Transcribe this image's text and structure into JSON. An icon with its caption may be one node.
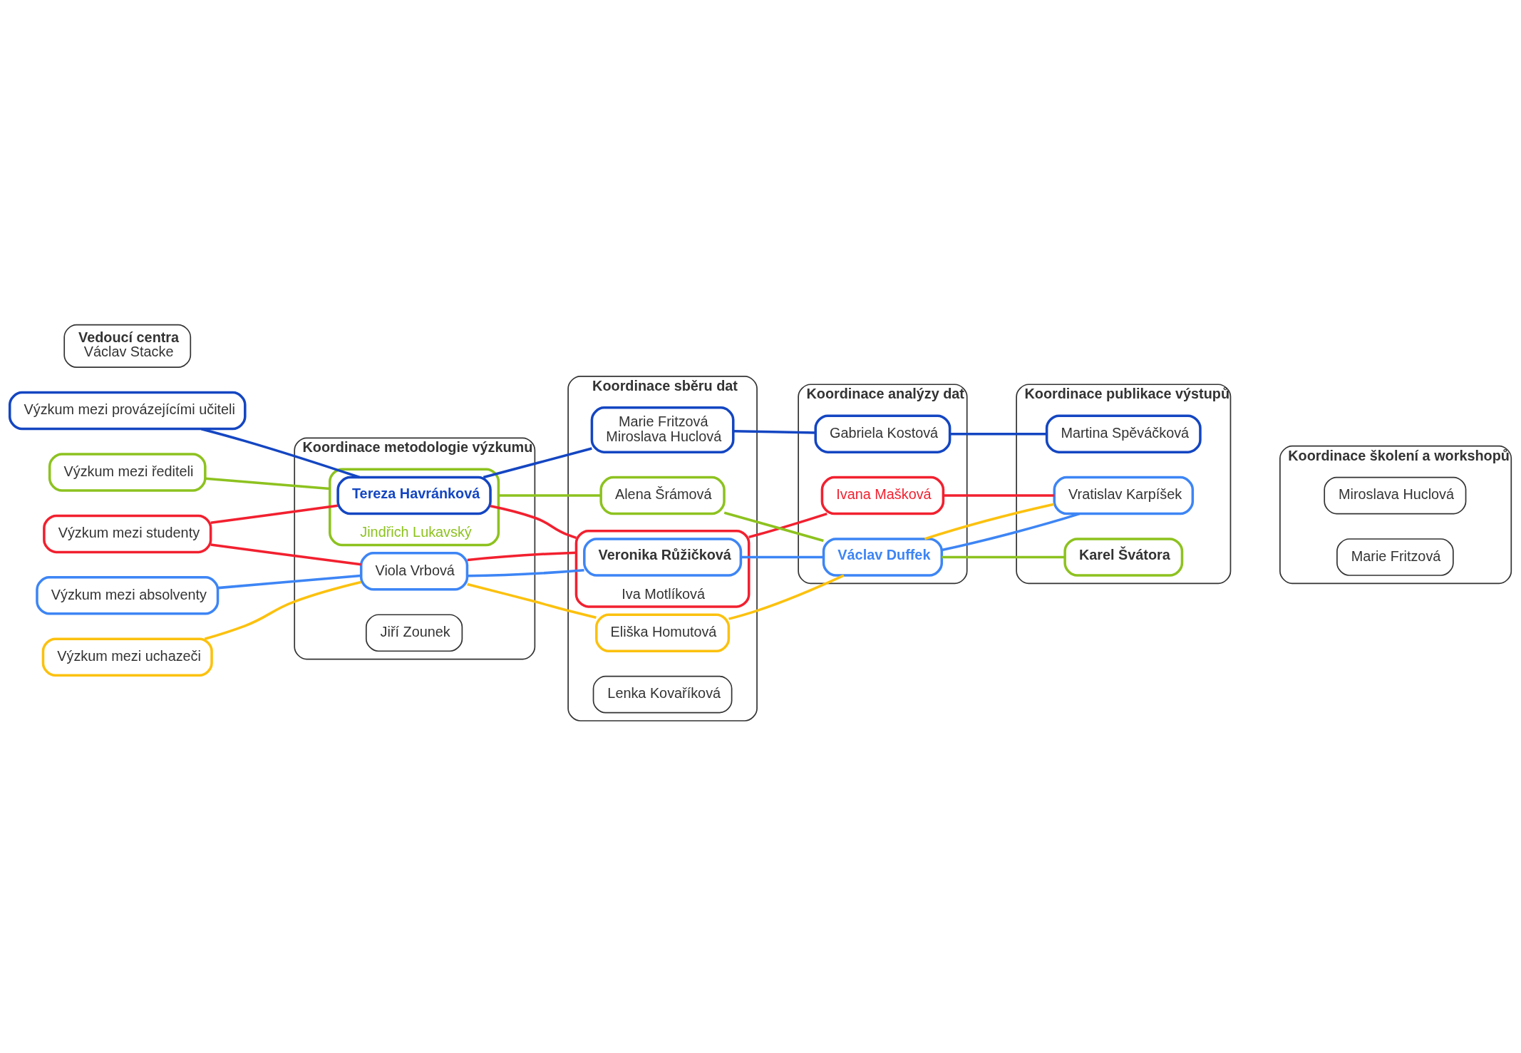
{
  "diagram": {
    "nodes": [
      {
        "text": [
          "Vedoucí centra",
          "Václav Stacke"
        ]
      },
      {
        "text": [
          "Koordinace metodologie výzkumu"
        ]
      },
      {
        "text": [
          "Koordinace sběru dat"
        ]
      },
      {
        "text": [
          "Koordinace analýzy dat"
        ]
      },
      {
        "text": [
          "Koordinace publikace výstupů"
        ]
      },
      {
        "text": [
          "Koordinace školení a workshopů"
        ]
      },
      {
        "text": [
          "Výzkum mezi provázejícími učiteli"
        ]
      },
      {
        "text": [
          "Výzkum mezi řediteli"
        ]
      },
      {
        "text": [
          "Výzkum mezi absolventy"
        ]
      },
      {
        "text": [
          "Výzkum mezi studenty"
        ]
      },
      {
        "text": [
          "Výzkum mezi uchazeči"
        ]
      },
      {
        "text": [
          "Jindřich Lukavský"
        ],
        "in": 1
      },
      {
        "text": [
          "Tereza Havránková"
        ],
        "in": 11
      },
      {
        "text": [
          "Viola Vrbová"
        ],
        "in": 1
      },
      {
        "text": [
          "Jiří Zounek"
        ],
        "in": 1
      },
      {
        "text": [
          "Iva Motlíková"
        ],
        "in": 2
      },
      {
        "text": [
          "Veronika Růžičková"
        ],
        "in": 15
      },
      {
        "text": [
          "Marie Fritzová",
          "Miroslava Huclová"
        ],
        "in": 2
      },
      {
        "text": [
          "Eliška Homutová"
        ],
        "in": 2
      },
      {
        "text": [
          "Alena Šrámová"
        ],
        "in": 2
      },
      {
        "text": [
          "Lenka Kovaříková"
        ],
        "in": 2
      },
      {
        "text": [
          "Václav Duffek"
        ],
        "in": 3
      },
      {
        "text": [
          "Ivana Mašková"
        ],
        "in": 3
      },
      {
        "text": [
          "Gabriela Kostová"
        ],
        "in": 3
      },
      {
        "text": [
          "Karel Švátora"
        ],
        "in": 4
      },
      {
        "text": [
          "Vratislav Karpíšek"
        ],
        "in": 4
      },
      {
        "text": [
          "Martina Spěváčková"
        ],
        "in": 4
      },
      {
        "text": [
          "Marie Fritzová"
        ],
        "in": 5
      },
      {
        "text": [
          "Miroslava Huclová"
        ],
        "in": 5
      }
    ],
    "edges": [
      {
        "from": 6,
        "to": 12,
        "arrow": "none",
        "color": "#1446c2"
      },
      {
        "from": 12,
        "to": 17,
        "arrow": "none",
        "color": "#1446c2"
      },
      {
        "from": 17,
        "to": 23,
        "arrow": "none",
        "color": "#1446c2"
      },
      {
        "from": 23,
        "to": 26,
        "arrow": "none",
        "color": "#1446c2"
      },
      {
        "from": 7,
        "to": 11,
        "arrow": "none",
        "color": "#8dc21f"
      },
      {
        "from": 11,
        "to": 19,
        "arrow": "none",
        "color": "#8dc21f"
      },
      {
        "from": 19,
        "to": 21,
        "arrow": "none",
        "color": "#8dc21f"
      },
      {
        "from": 21,
        "to": 24,
        "arrow": "none",
        "color": "#8dc21f"
      },
      {
        "from": 8,
        "to": 13,
        "arrow": "none",
        "color": "#3d85f5"
      },
      {
        "from": 13,
        "to": 16,
        "arrow": "none",
        "color": "#3d85f5"
      },
      {
        "from": 16,
        "to": 21,
        "arrow": "none",
        "color": "#3d85f5"
      },
      {
        "from": 21,
        "to": 25,
        "arrow": "none",
        "color": "#3d85f5"
      },
      {
        "from": 9,
        "to": 12,
        "arrow": "none",
        "color": "#f2202f"
      },
      {
        "from": 9,
        "to": 13,
        "arrow": "none",
        "color": "#f2202f"
      },
      {
        "from": 12,
        "to": 15,
        "arrow": "none",
        "color": "#f2202f"
      },
      {
        "from": 13,
        "to": 15,
        "arrow": "none",
        "color": "#f2202f"
      },
      {
        "from": 15,
        "to": 22,
        "arrow": "none",
        "color": "#f2202f"
      },
      {
        "from": 22,
        "to": 25,
        "arrow": "none",
        "color": "#f2202f"
      },
      {
        "from": 10,
        "to": 13,
        "arrow": "none",
        "color": "#fcc10e"
      },
      {
        "from": 13,
        "to": 18,
        "arrow": "none",
        "color": "#fcc10e"
      },
      {
        "from": 18,
        "to": 21,
        "arrow": "none",
        "color": "#fcc10e"
      },
      {
        "from": 21,
        "to": 25,
        "arrow": "none",
        "color": "#fcc10e"
      }
    ]
  }
}
